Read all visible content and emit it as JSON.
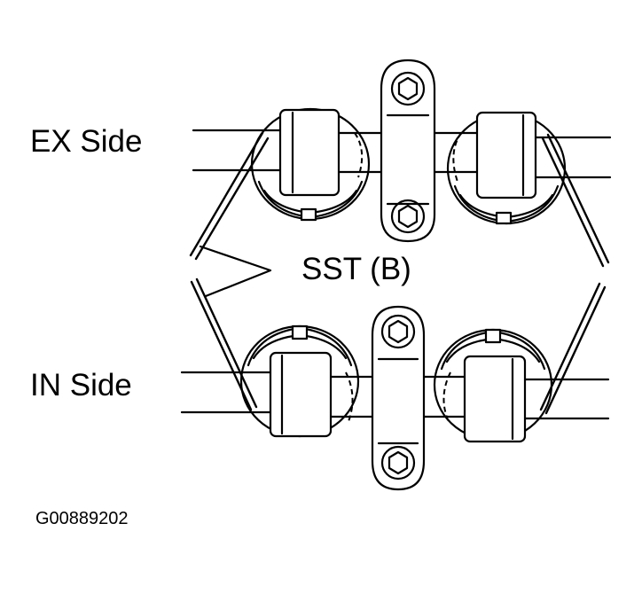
{
  "labels": {
    "ex_side": "EX Side",
    "in_side": "IN Side",
    "sst": "SST (B)",
    "figure_code": "G00889202"
  },
  "colors": {
    "ink": "#000000",
    "paper": "#ffffff"
  }
}
